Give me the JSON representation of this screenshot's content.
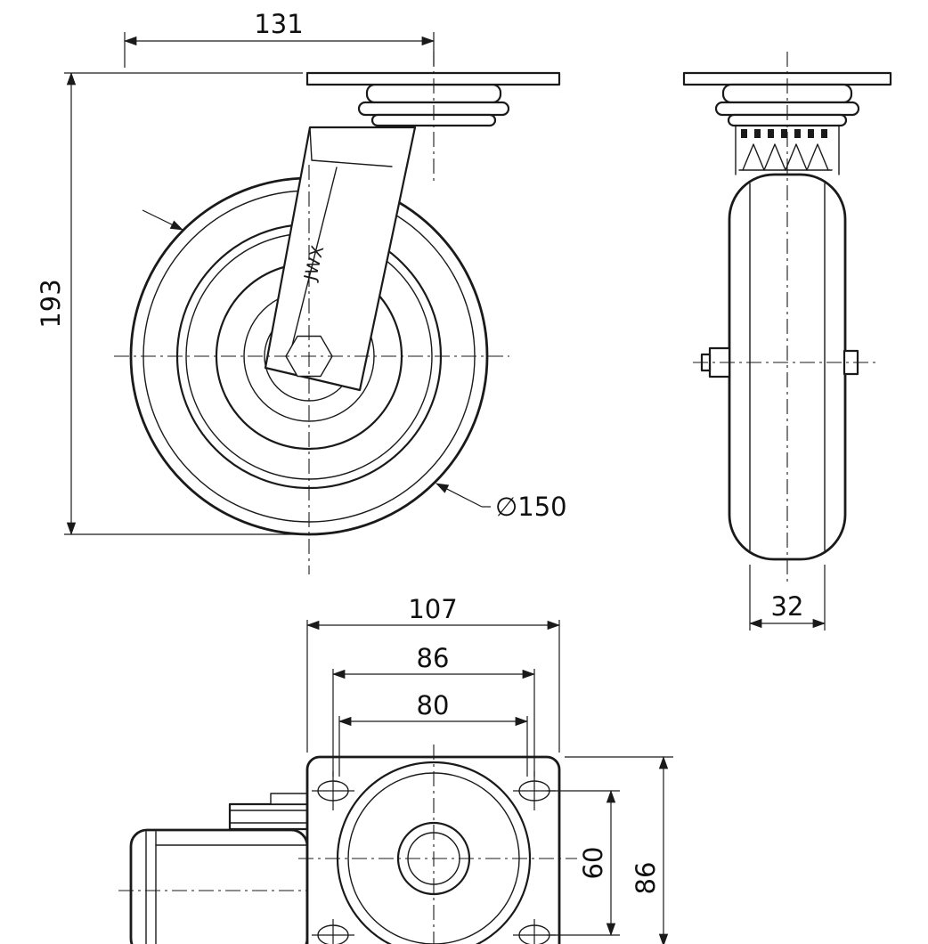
{
  "drawing": {
    "brand": "JWX",
    "dims": {
      "overall_width": "131",
      "overall_height": "193",
      "wheel_diameter": "∅150",
      "wheel_width": "32",
      "plate_width": "107",
      "bolt_spacing_h_outer": "86",
      "bolt_spacing_h_inner": "80",
      "bolt_spacing_v": "60",
      "plate_depth": "86"
    }
  }
}
